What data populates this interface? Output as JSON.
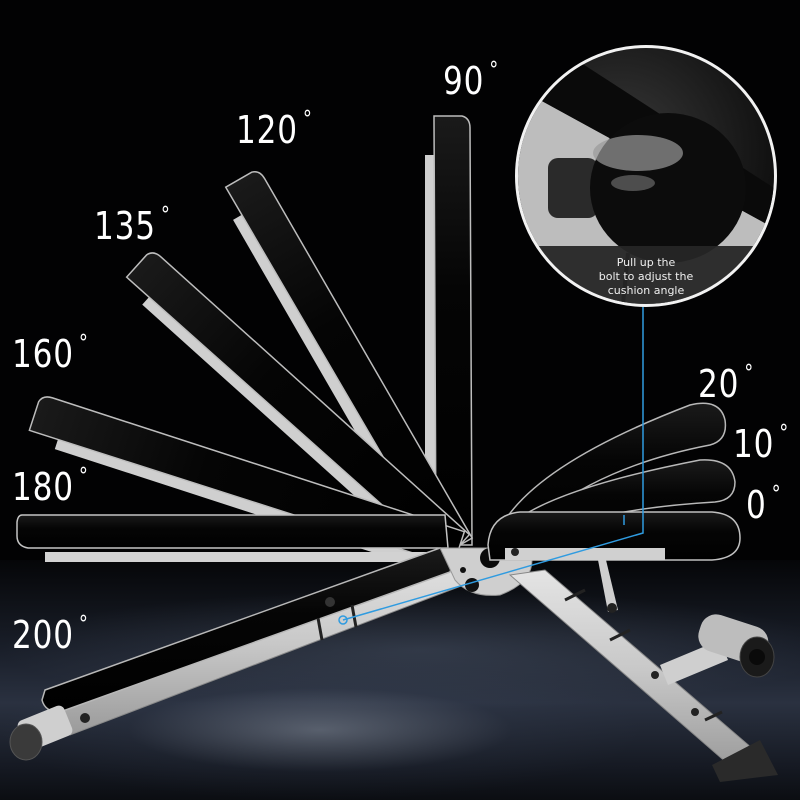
{
  "image": {
    "subject": "Adjustable weight bench showing backrest and seat angle positions",
    "background_color": "#020203",
    "accent_line_color": "#2f9be0"
  },
  "backrest_angles": [
    {
      "value": "90",
      "unit": "°"
    },
    {
      "value": "120",
      "unit": "°"
    },
    {
      "value": "135",
      "unit": "°"
    },
    {
      "value": "160",
      "unit": "°"
    },
    {
      "value": "180",
      "unit": "°"
    },
    {
      "value": "200",
      "unit": "°"
    }
  ],
  "seat_angles": [
    {
      "value": "20",
      "unit": "°"
    },
    {
      "value": "10",
      "unit": "°"
    },
    {
      "value": "0",
      "unit": "°"
    }
  ],
  "inset": {
    "caption_lines": [
      "Pull up the",
      "bolt to adjust the",
      "cushion angle"
    ]
  }
}
